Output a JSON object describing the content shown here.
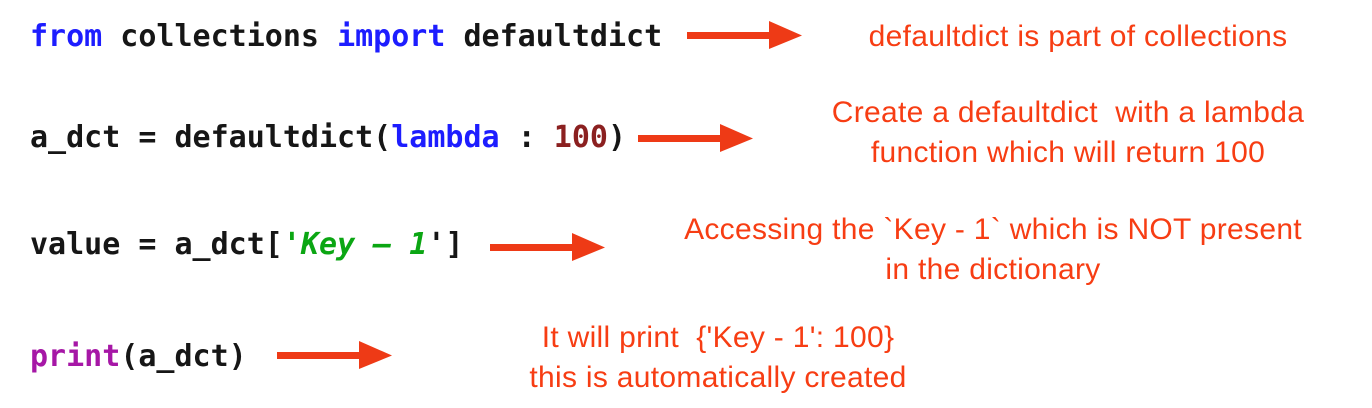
{
  "colors": {
    "background": "#ffffff",
    "code_text": "#161616",
    "keyword_blue": "#1d1dff",
    "number_dark_red": "#8b2020",
    "string_green": "#0ba613",
    "builtin_purple": "#a617a6",
    "annotation_red_orange": "#f73d13",
    "arrow_red": "#ee3a16"
  },
  "rows": [
    {
      "code": {
        "tokens": [
          {
            "text": "from",
            "type": "keyword"
          },
          {
            "text": " collections ",
            "type": "plain"
          },
          {
            "text": "import",
            "type": "keyword"
          },
          {
            "text": " defaultdict",
            "type": "plain"
          }
        ]
      },
      "note": {
        "lines": [
          "defaultdict is part of collections"
        ]
      }
    },
    {
      "code": {
        "tokens": [
          {
            "text": "a_dct = defaultdict(",
            "type": "plain"
          },
          {
            "text": "lambda",
            "type": "keyword"
          },
          {
            "text": " : ",
            "type": "plain"
          },
          {
            "text": "100",
            "type": "number"
          },
          {
            "text": ")",
            "type": "plain"
          }
        ]
      },
      "note": {
        "lines": [
          "Create a defaultdict  with a lambda",
          "function which will return 100"
        ]
      }
    },
    {
      "code": {
        "tokens": [
          {
            "text": "value = a_dct[",
            "type": "plain"
          },
          {
            "text": "'Key – 1",
            "type": "string"
          },
          {
            "text": "']",
            "type": "plain"
          }
        ]
      },
      "note": {
        "lines": [
          "Accessing the `Key - 1` which is NOT present",
          "in the dictionary"
        ]
      }
    },
    {
      "code": {
        "tokens": [
          {
            "text": "print",
            "type": "builtin"
          },
          {
            "text": "(a_dct)",
            "type": "plain"
          }
        ]
      },
      "note": {
        "lines": [
          "It will print  {'Key - 1': 100}",
          "this is automatically created"
        ]
      }
    }
  ]
}
